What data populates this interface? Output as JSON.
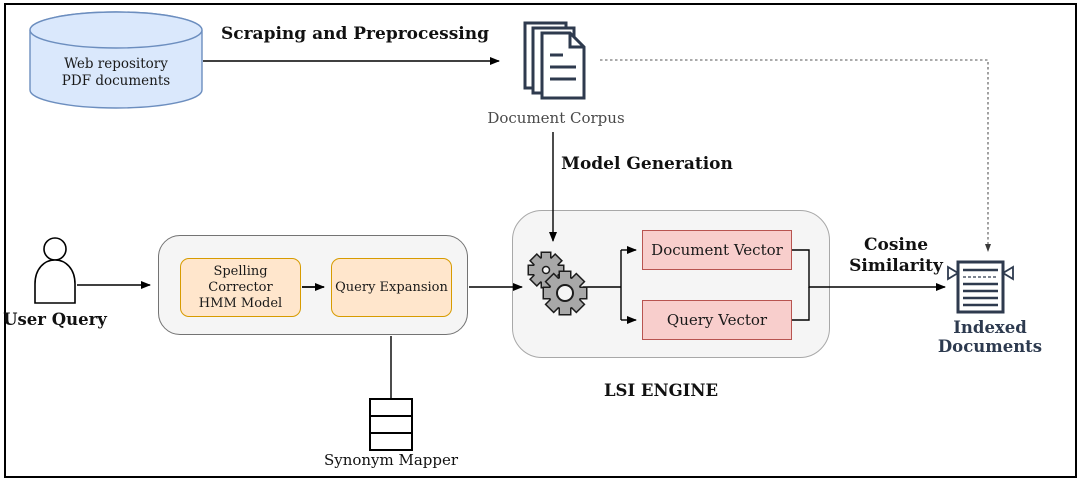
{
  "diagram": {
    "title_hint": "LSI information-retrieval pipeline diagram",
    "database": {
      "label": "Web repository\nPDF documents"
    },
    "flow_labels": {
      "scraping": "Scraping and Preprocessing",
      "model_generation": "Model Generation",
      "cosine_similarity": "Cosine\nSimilarity"
    },
    "document_corpus": {
      "label": "Document Corpus"
    },
    "user": {
      "label": "User Query"
    },
    "query_processing": {
      "spelling_corrector": "Spelling Corrector\nHMM Model",
      "query_expansion": "Query Expansion"
    },
    "synonym_mapper": {
      "label": "Synonym Mapper"
    },
    "lsi_engine": {
      "label": "LSI ENGINE",
      "document_vector": "Document Vector",
      "query_vector": "Query Vector"
    },
    "indexed_documents": {
      "label": "Indexed Documents"
    },
    "icons": [
      "database-cylinder-icon",
      "document-corpus-icon",
      "user-icon",
      "gears-icon",
      "synonym-mapper-icon",
      "indexed-documents-icon"
    ],
    "colors": {
      "db_fill": "#dae8fc",
      "db_stroke": "#6c8ebf",
      "process_fill": "#ffe6cc",
      "process_stroke": "#d79b00",
      "vector_fill": "#f8cecc",
      "vector_stroke": "#b85450",
      "container_fill": "#f5f5f5",
      "icon_navy": "#2e3a4e",
      "gear_grey": "#a8a8a8",
      "line": "#000000"
    }
  }
}
